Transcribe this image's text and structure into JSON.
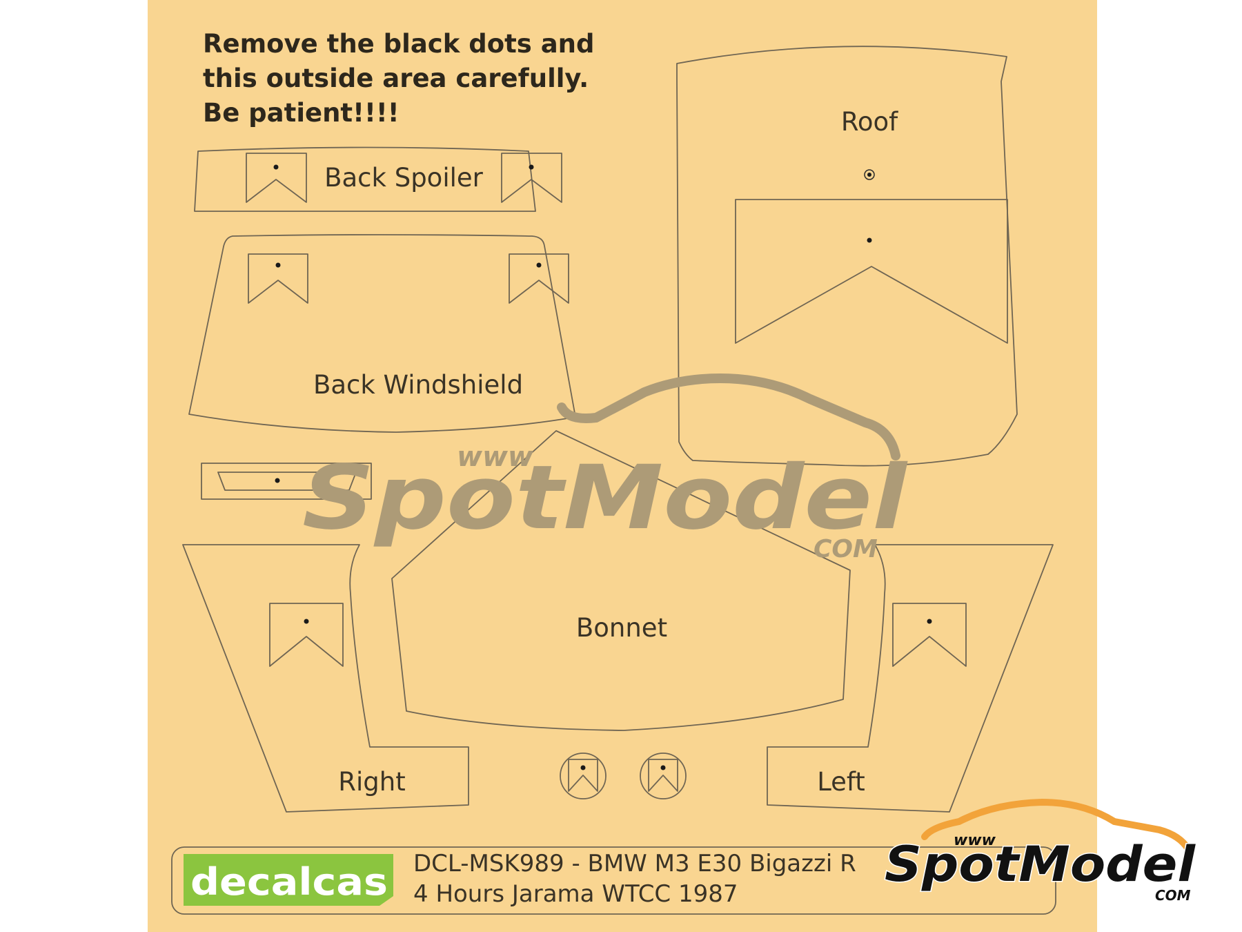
{
  "instructions": {
    "lines": [
      "Remove the black dots and",
      "this outside area carefully.",
      "Be patient!!!!"
    ]
  },
  "pieces": {
    "roof": "Roof",
    "back_spoiler": "Back Spoiler",
    "back_windshield": "Back Windshield",
    "bonnet": "Bonnet",
    "right": "Right",
    "left": "Left"
  },
  "watermark": {
    "www": "www",
    "name": "SpotModel",
    "com": "COM"
  },
  "footer": {
    "brand": "decalcas",
    "line1": "DCL-MSK989 - BMW M3 E30 Bigazzi R",
    "line2": "4 Hours Jarama WTCC 1987"
  },
  "colors": {
    "sheet": "#f9d591",
    "cut_line": "#6f6553",
    "dot": "#1a1a1a",
    "watermark": "#ad9b77",
    "brand_green": "#8bc53f"
  }
}
